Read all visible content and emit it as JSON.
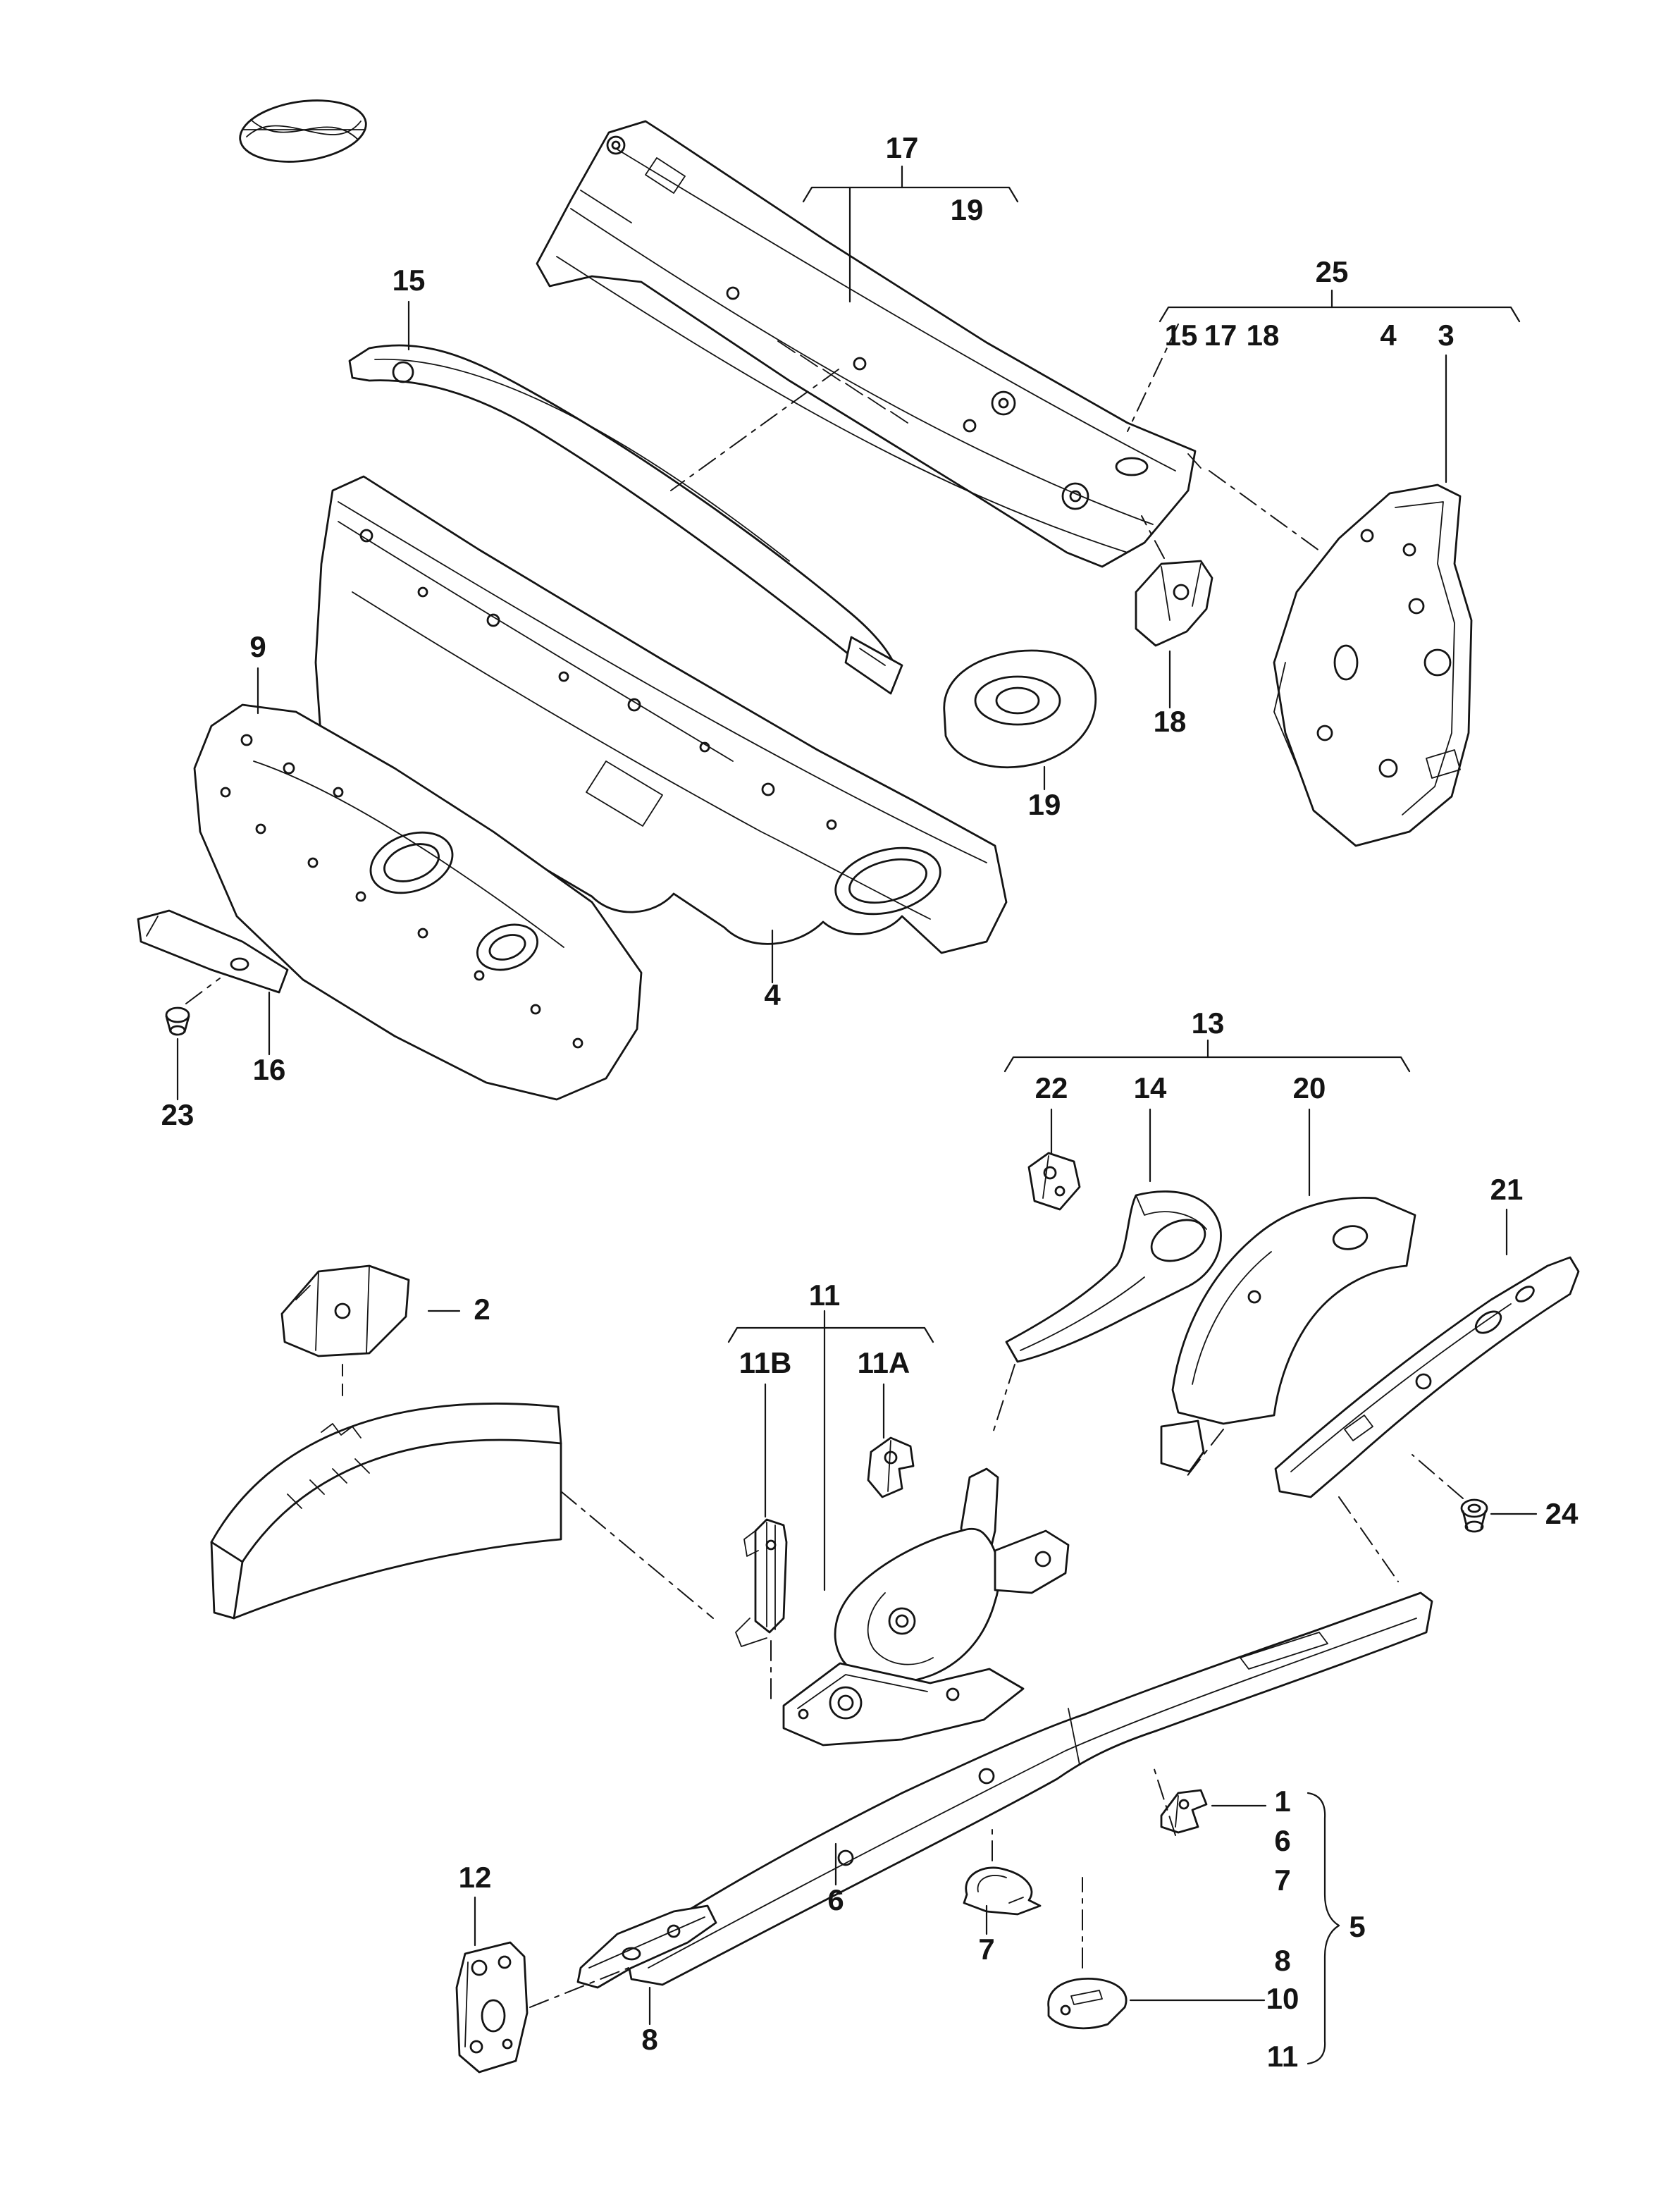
{
  "page": {
    "bg": "#ffffff",
    "ink": "#141414"
  },
  "labels": {
    "g17": {
      "main": "17",
      "item19": "19"
    },
    "g25": {
      "main": "25",
      "i15": "15",
      "i17": "17",
      "i18": "18",
      "i4": "4",
      "i3": "3"
    },
    "g13": {
      "main": "13",
      "i22": "22",
      "i14": "14",
      "i20": "20"
    },
    "g11": {
      "main": "11",
      "i11b": "11B",
      "i11a": "11A"
    },
    "g5": {
      "main": "5",
      "i1": "1",
      "i6": "6",
      "i7": "7",
      "i8": "8",
      "i10": "10",
      "i11": "11"
    },
    "c15": "15",
    "c9": "9",
    "c18": "18",
    "c19": "19",
    "c4": "4",
    "c16": "16",
    "c23": "23",
    "c2": "2",
    "c21": "21",
    "c24": "24",
    "c12": "12",
    "c6": "6",
    "c7": "7",
    "c8": "8"
  }
}
